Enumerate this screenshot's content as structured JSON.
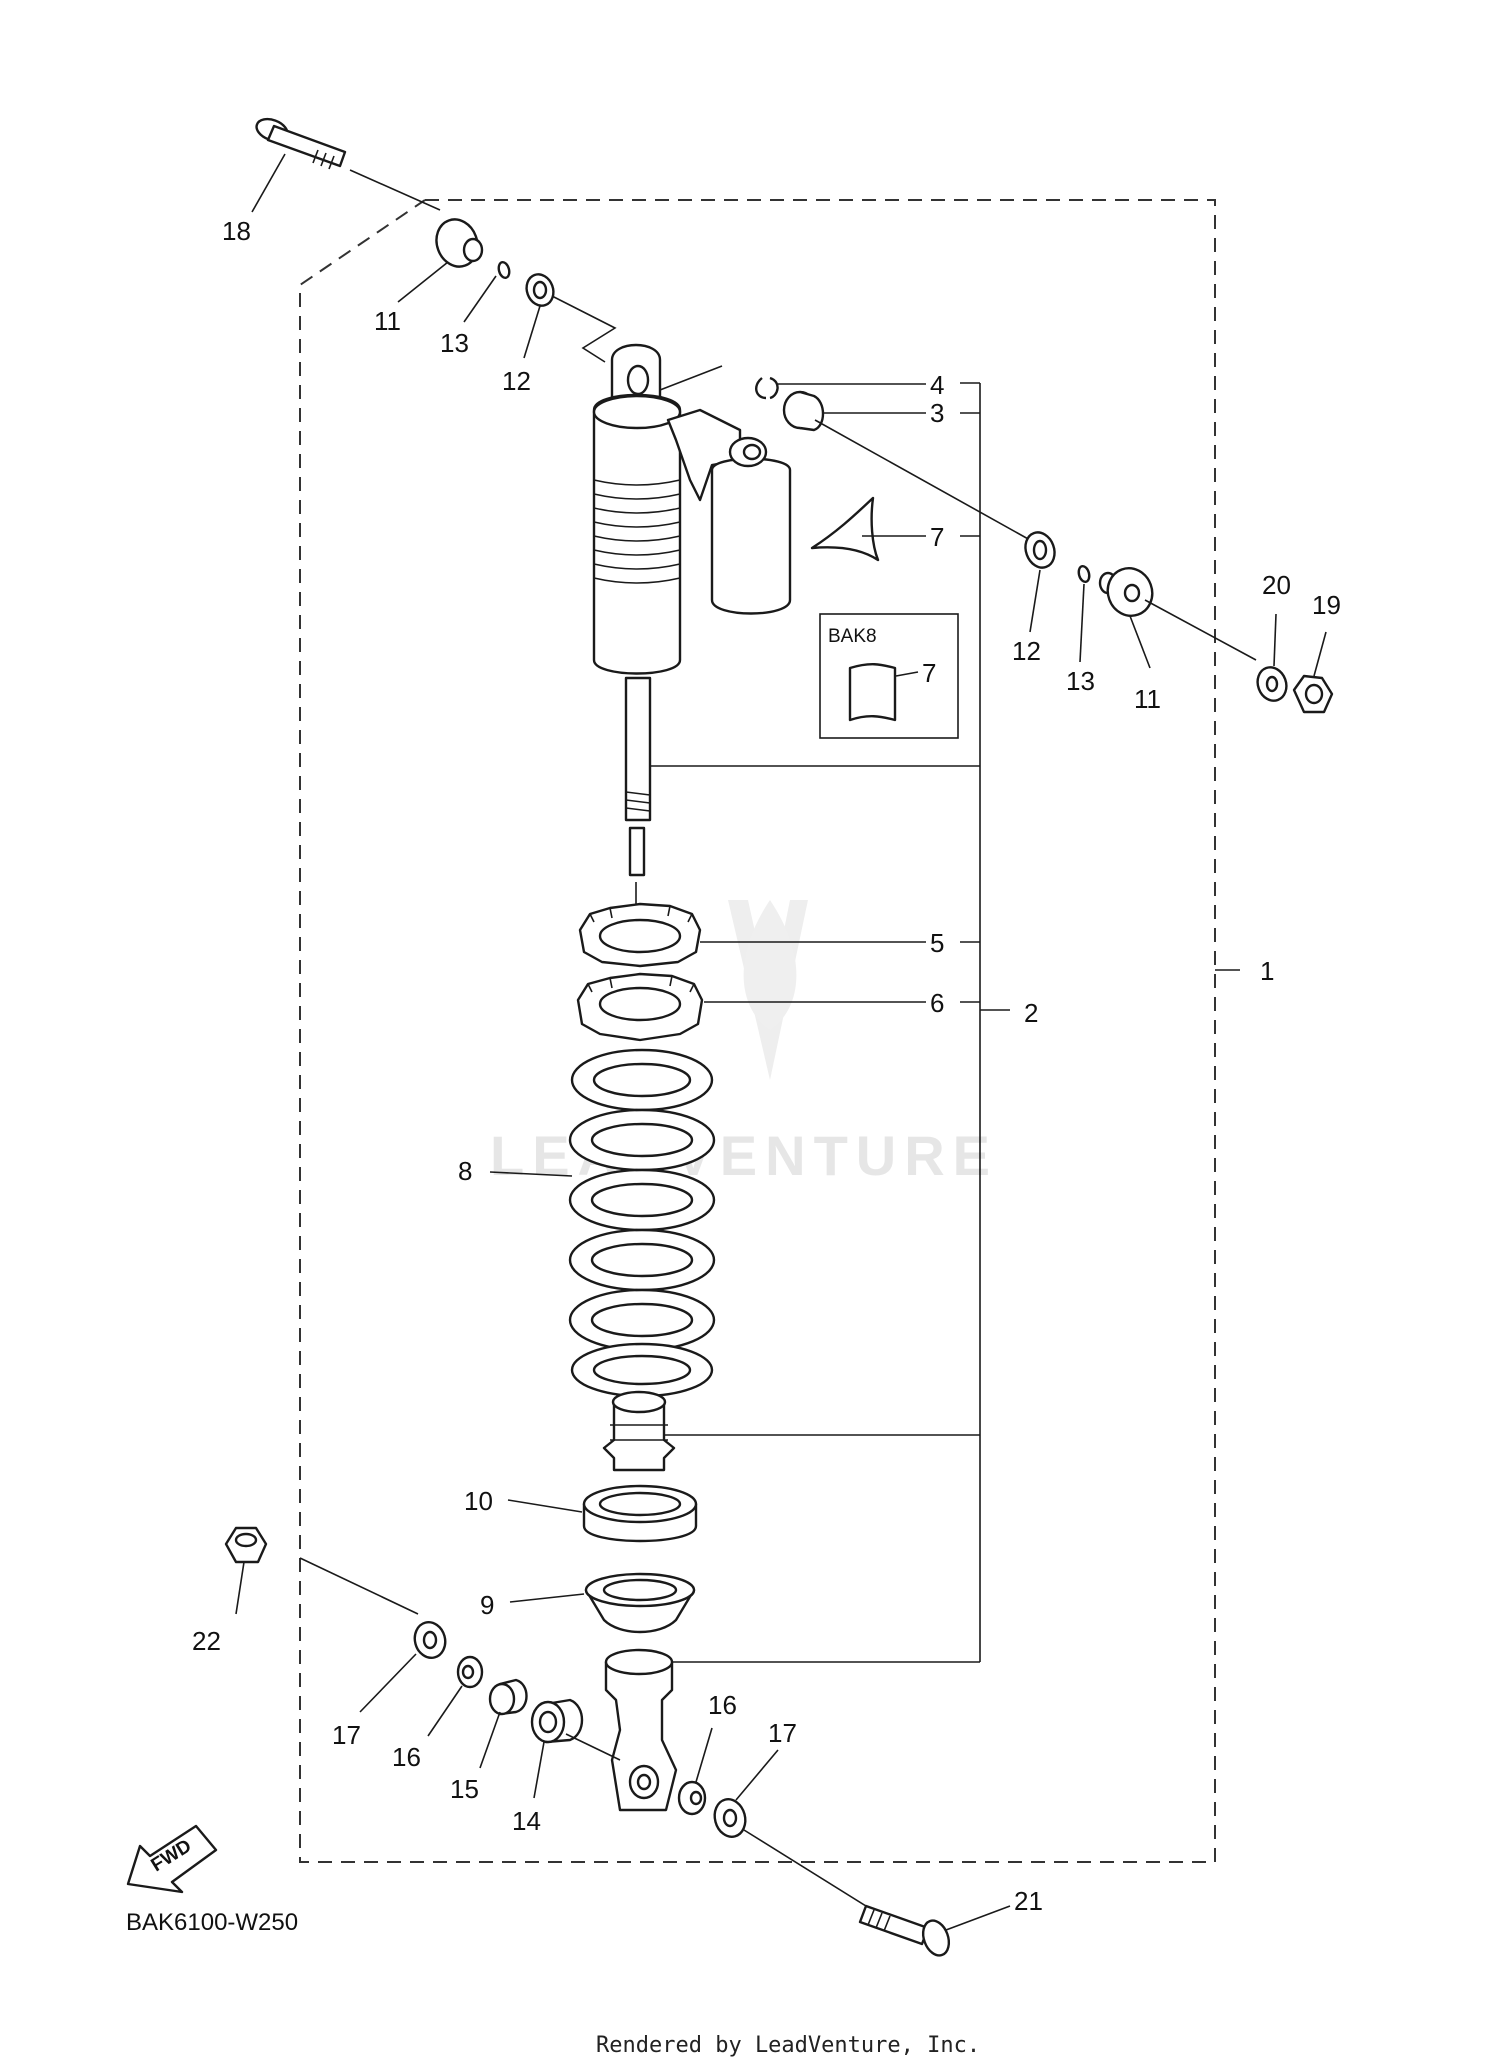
{
  "watermark": "LEADVENTURE",
  "diagram_code": "BAK6100-W250",
  "footer": "Rendered by LeadVenture, Inc.",
  "fwd_label": "FWD",
  "inset_label": "BAK8",
  "callouts": {
    "c1": "1",
    "c2": "2",
    "c3": "3",
    "c4": "4",
    "c5": "5",
    "c6": "6",
    "c7a": "7",
    "c7b": "7",
    "c8": "8",
    "c9": "9",
    "c10": "10",
    "c11a": "11",
    "c11b": "11",
    "c12a": "12",
    "c12b": "12",
    "c13a": "13",
    "c13b": "13",
    "c14": "14",
    "c15": "15",
    "c16a": "16",
    "c16b": "16",
    "c17a": "17",
    "c17b": "17",
    "c18": "18",
    "c19": "19",
    "c20": "20",
    "c21": "21",
    "c22": "22"
  }
}
